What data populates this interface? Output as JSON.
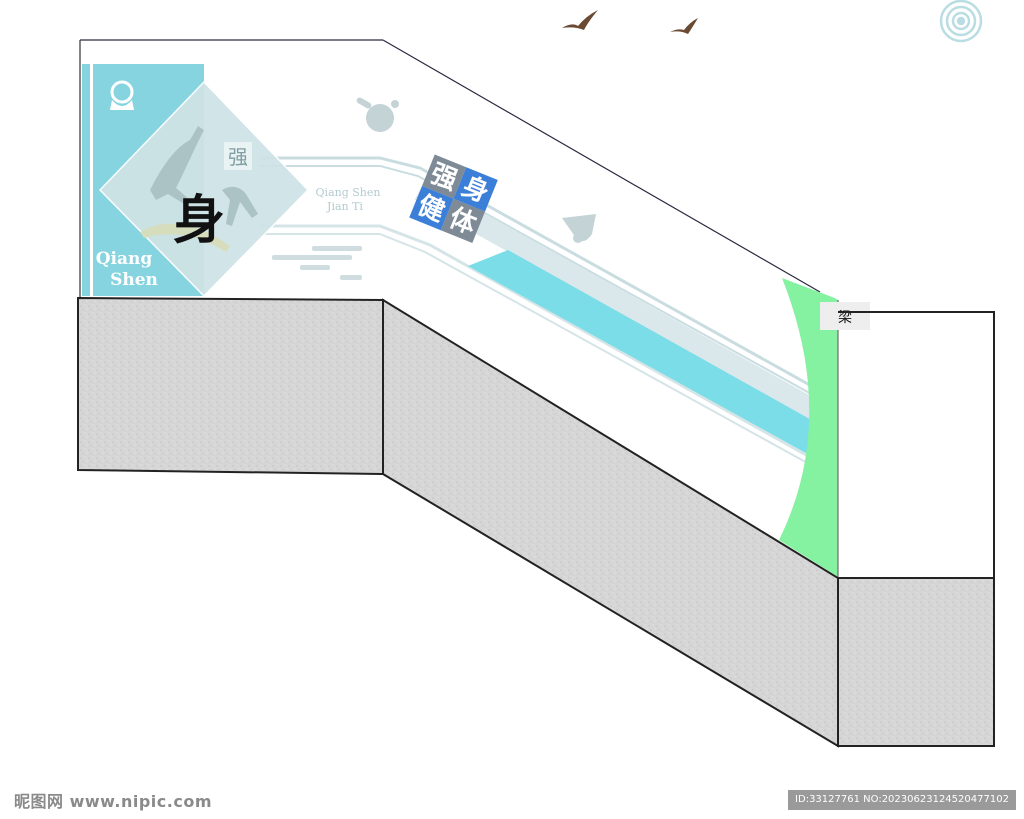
{
  "panel": {
    "big_char": "身",
    "small_char": "强",
    "pinyin_line1": "Qiang",
    "pinyin_line2": "Shen"
  },
  "slogan": {
    "tiles": [
      "强",
      "身",
      "健",
      "体"
    ],
    "pinyin_line1": "Qiang Shen",
    "pinyin_line2": "Jian Ti"
  },
  "beam_label": "梁",
  "watermark": {
    "left": "昵图网 www.nipic.com",
    "right": "ID:33127761 NO:20230623124520477102"
  },
  "colors": {
    "accent_cyan": "#7adde8",
    "panel_cyan": "#86d4df",
    "tile_blue": "#3b7fd9",
    "tile_gray": "#7e8b97",
    "green": "#84f2a0",
    "stair_gray": "#d5d5d5"
  },
  "icons": [
    "ribbon-emblem-icon",
    "ping-pong-paddle-icon",
    "shuttlecock-icon",
    "bird-icon",
    "concentric-circles-icon",
    "athlete-silhouette-icon"
  ]
}
